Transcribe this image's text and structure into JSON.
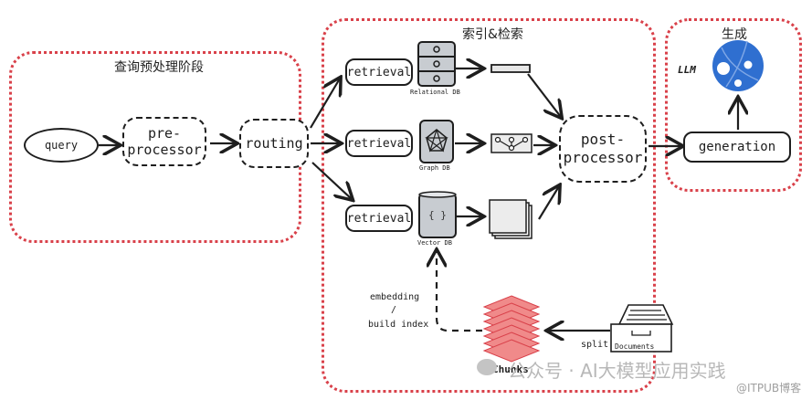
{
  "stages": {
    "query_preprocessing": {
      "title": "查询预处理阶段"
    },
    "indexing_retrieval": {
      "title": "索引&检索"
    },
    "generation": {
      "title": "生成"
    }
  },
  "nodes": {
    "query": "query",
    "pre_processor": [
      "pre-",
      "processor"
    ],
    "routing": "routing",
    "retrieval_1": "retrieval",
    "retrieval_2": "retrieval",
    "retrieval_3": "retrieval",
    "post_processor": [
      "post-",
      "processor"
    ],
    "generation": "generation"
  },
  "databases": {
    "relational": "Relational DB",
    "graph": "Graph DB",
    "vector": "Vector DB",
    "vector_glyph": "{ }"
  },
  "labels": {
    "llm": "LLM",
    "embedding": "embedding",
    "slash": "/",
    "build_index": "build index",
    "split": "split",
    "chunks": "Chunks",
    "documents": "Documents"
  },
  "colors": {
    "stage_border": "#d9414a",
    "ink": "#1e1e1e",
    "db_fill": "#c8ccd1",
    "llm_blue": "#2f6fd0",
    "chunk_fill": "#f08a8a",
    "chunk_stroke": "#d9414a"
  },
  "watermark": {
    "main": "公众号 · AI大模型应用实践",
    "sub": "@ITPUB博客"
  }
}
